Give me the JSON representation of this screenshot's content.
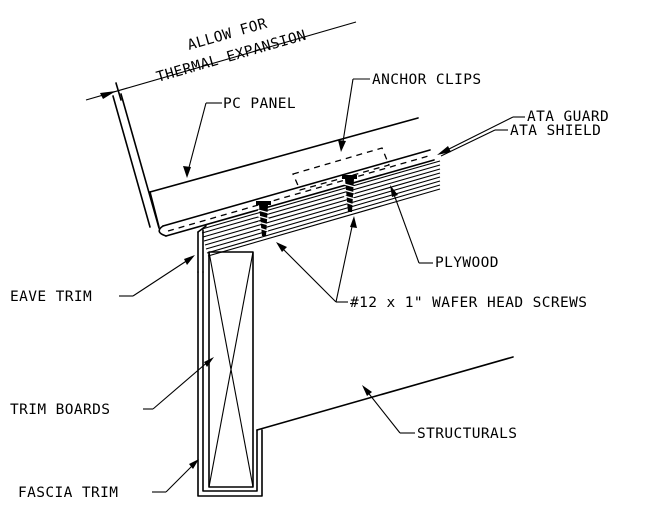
{
  "labels": {
    "thermal_line1": "ALLOW FOR",
    "thermal_line2": "THERMAL EXPANSION",
    "pc_panel": "PC PANEL",
    "anchor_clips": "ANCHOR CLIPS",
    "ata_guard": "ATA GUARD",
    "ata_shield": "ATA SHIELD",
    "plywood": "PLYWOOD",
    "screws": "#12 x 1\" WAFER HEAD SCREWS",
    "eave_trim": "EAVE TRIM",
    "trim_boards": "TRIM BOARDS",
    "structurals": "STRUCTURALS",
    "fascia_trim": "FASCIA TRIM"
  }
}
